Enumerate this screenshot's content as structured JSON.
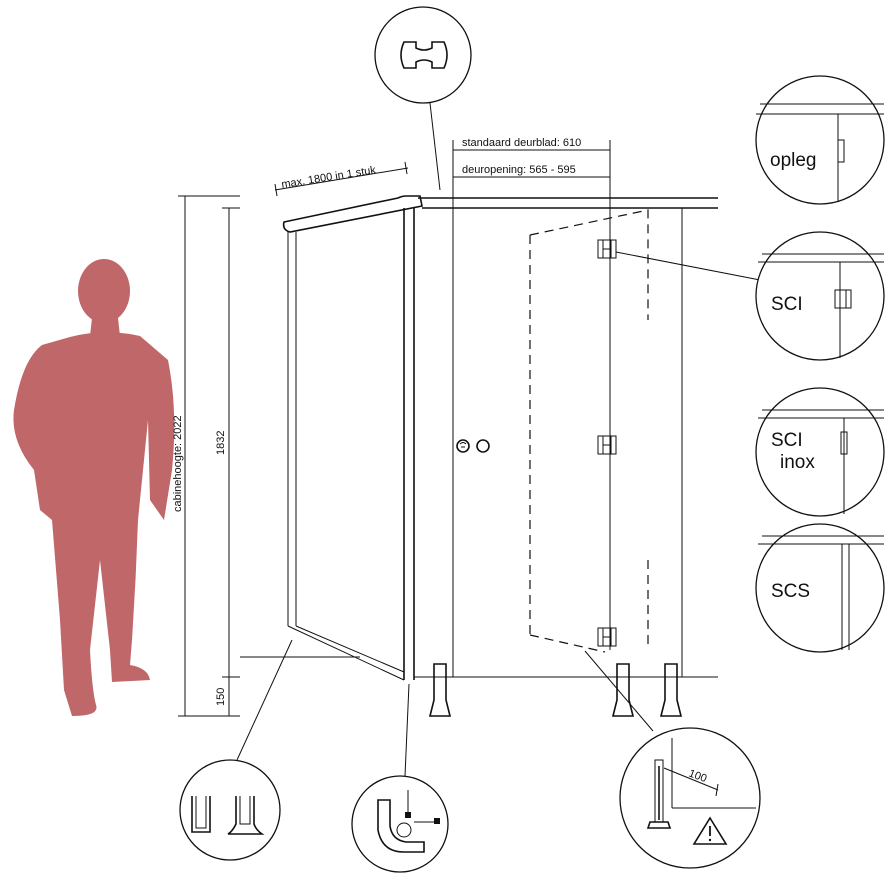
{
  "dimensions": {
    "door_panel": "standaard deurblad: 610",
    "door_opening": "deuropening: 565 - 595",
    "max_length": "max. 1800 in 1 stuk",
    "cabin_height": "cabinehoogte: 2022",
    "panel_height": "1832",
    "foot_height": "150",
    "clearance": "100"
  },
  "callouts": {
    "opleg": "opleg",
    "sci": "SCI",
    "sci_inox_line1": "SCI",
    "sci_inox_line2": "inox",
    "scs": "SCS"
  },
  "colors": {
    "silhouette": "#c0676a",
    "line": "#111111"
  },
  "icons": [
    "warning-icon",
    "hinge-icon",
    "lock-icon",
    "door-knob-icon",
    "profile-h-icon"
  ]
}
